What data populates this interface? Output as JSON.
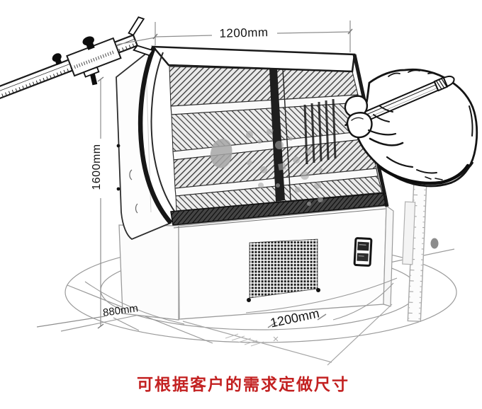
{
  "dimensions": {
    "top_width": {
      "value": "1200mm"
    },
    "height": {
      "value": "1600mm"
    },
    "depth": {
      "value": "880mm"
    },
    "bottom_width": {
      "value": "1200mm"
    }
  },
  "note": {
    "text": "可根据客户的需求定做尺寸",
    "color": "#c32121"
  },
  "illustration": {
    "subject": "curved-glass bakery display fridge, pencil sketch style",
    "elements": [
      "vernier-caliper",
      "display-case",
      "glass-shelves",
      "ventilation-grille",
      "control-panel",
      "hand-holding-pencil",
      "vertical-ruler",
      "floor-ellipses",
      "watermark-smudge"
    ],
    "colors": {
      "ink": "#1a1a1a",
      "dimension_line": "#8e8e8e",
      "light_sketch": "#9a9a9a",
      "watermark": "#a6a6a6",
      "background": "#ffffff"
    }
  }
}
